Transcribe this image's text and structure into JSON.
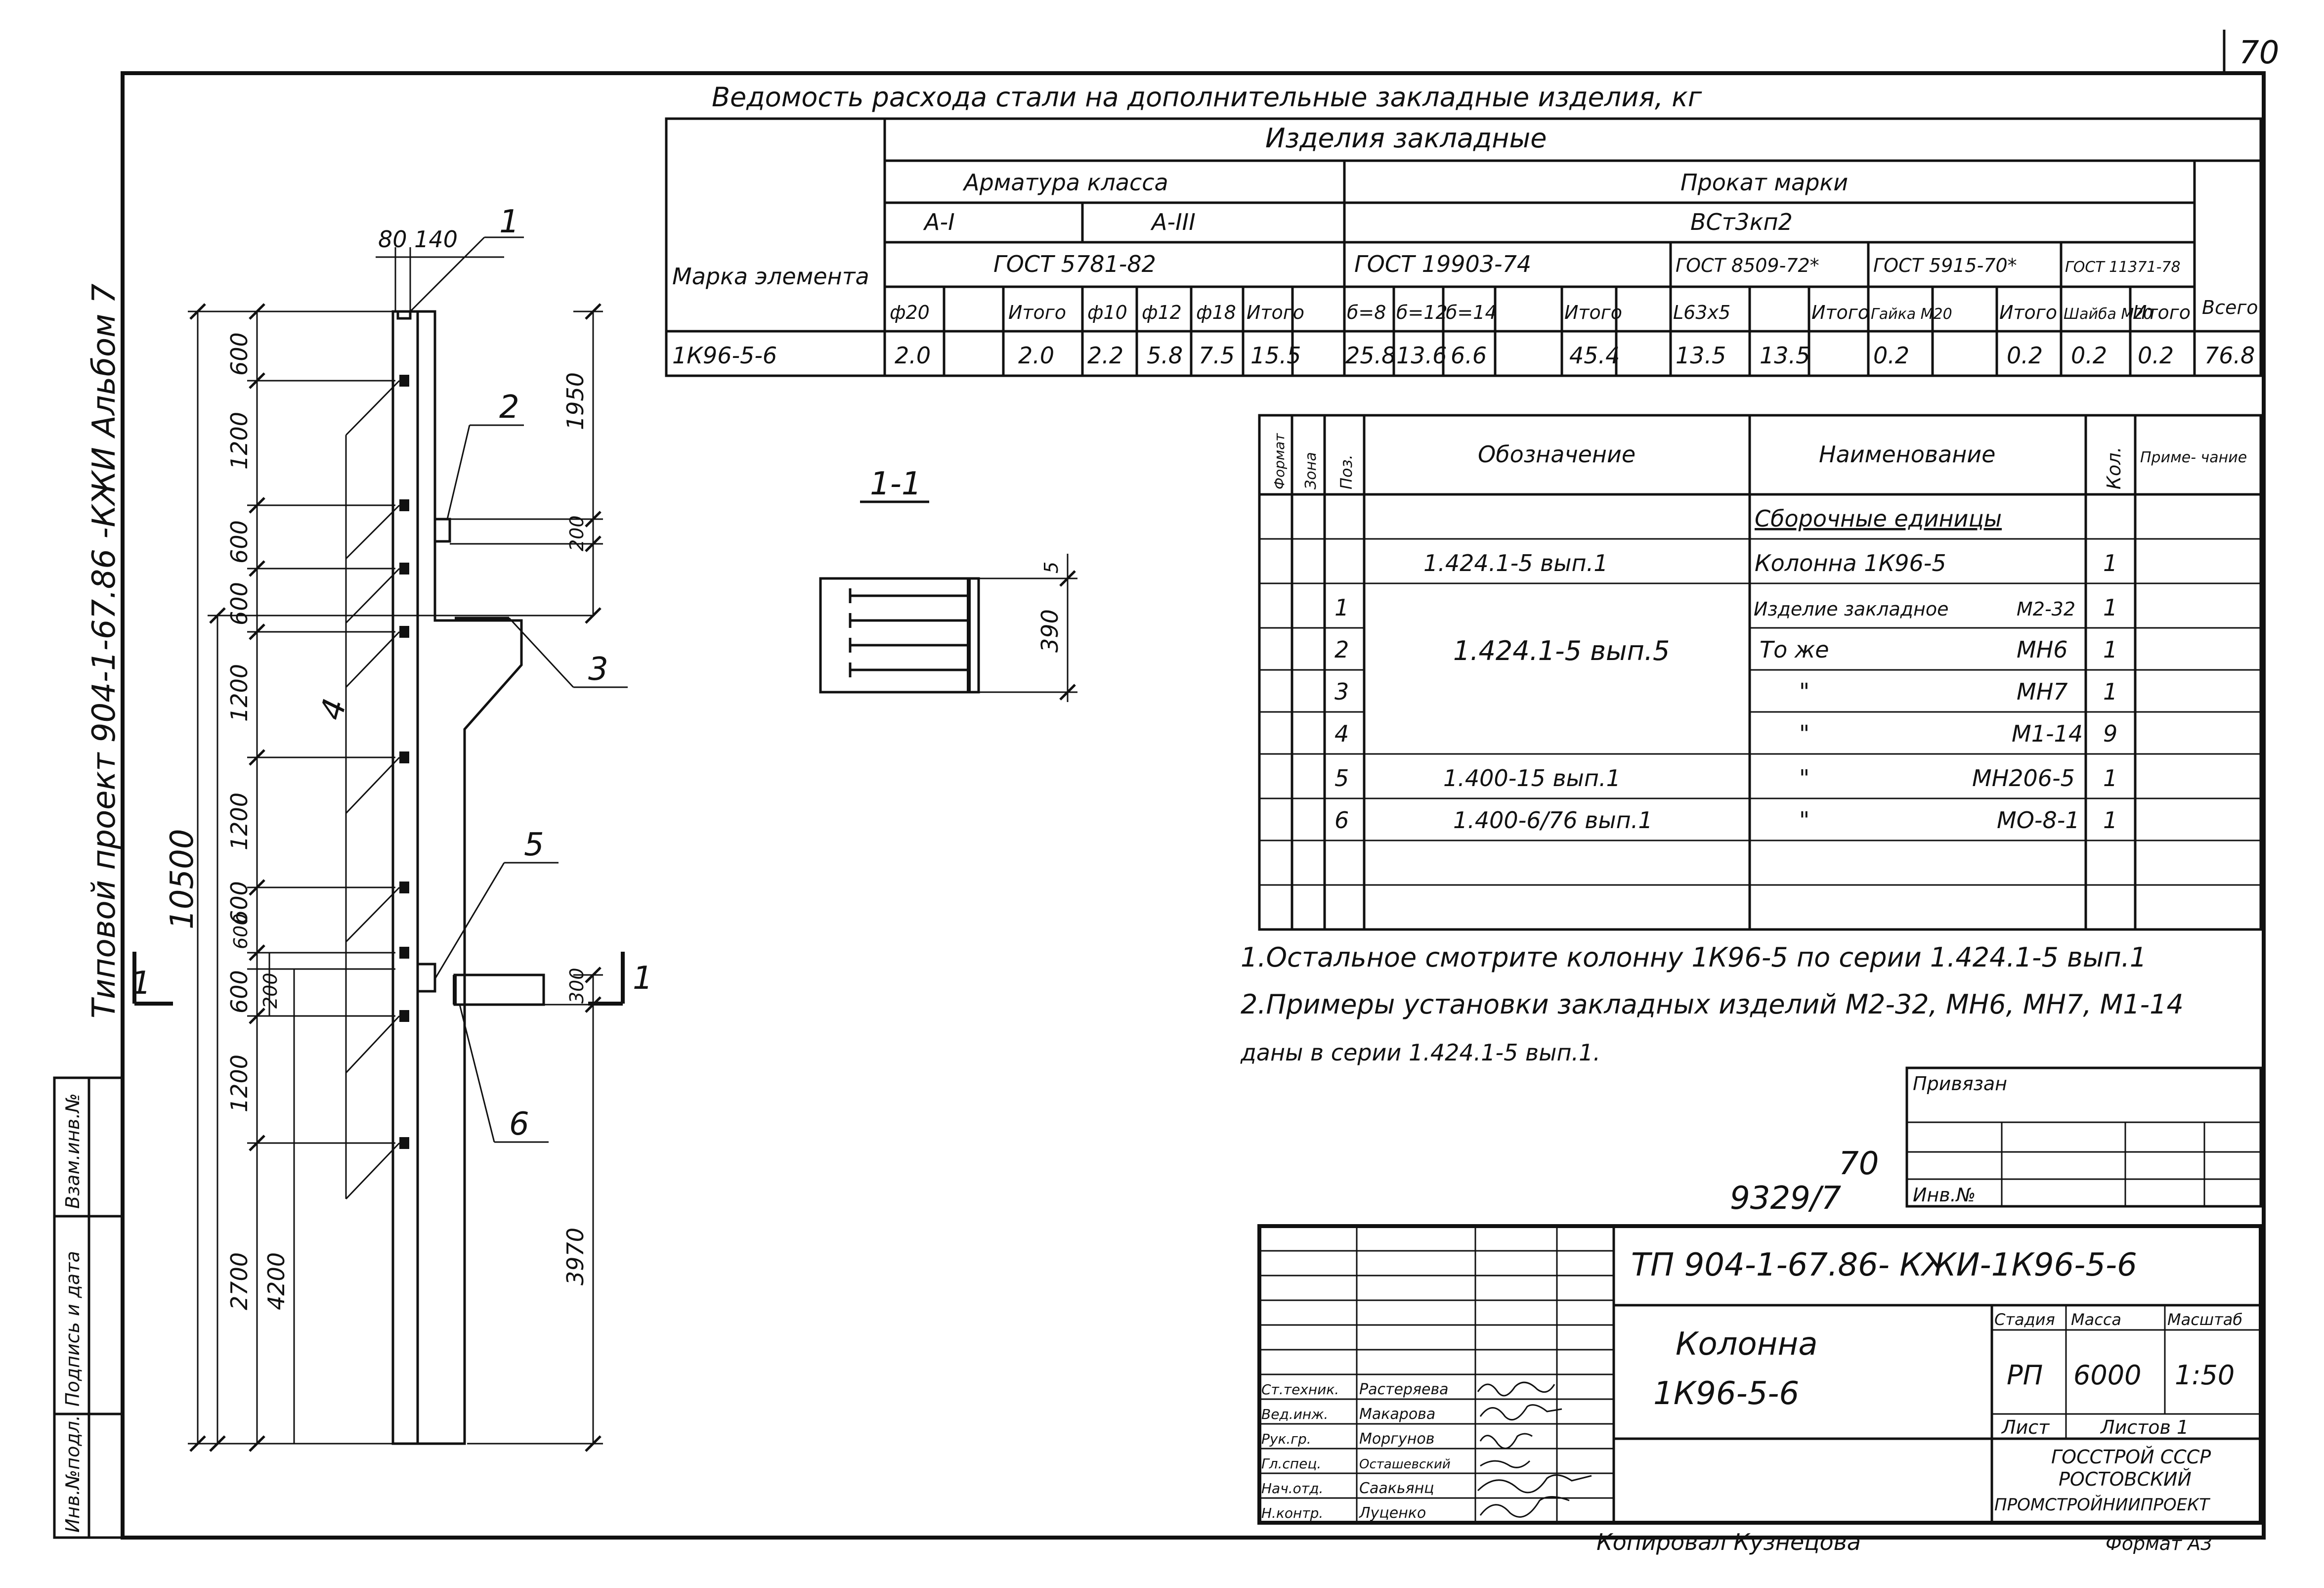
{
  "sheet_number": "70",
  "sheet_number_mid": "70",
  "inventory_code": "9329/7",
  "side_title": "Типовой проект 904-1-67.86 -КЖИ Альбом 7",
  "left_stamp": [
    "Инв.№подл.",
    "Подпись и дата",
    "Взам.инв.№"
  ],
  "steel_table": {
    "title": "Ведомость расхода стали на дополнительные закладные изделия, кг",
    "group_header": "Изделия закладные",
    "row_header": "Марка элемента",
    "total_header": "Всего",
    "rebar_header": "Арматура класса",
    "rolled_header": "Прокат марки",
    "rolled_grade": "ВСт3кп2",
    "class_a1": "А-I",
    "class_a3": "А-III",
    "gost_rebar": "ГОСТ 5781-82",
    "gost_1": "ГОСТ 19903-74",
    "gost_2": "ГОСТ 8509-72*",
    "gost_3": "ГОСТ 5915-70*",
    "gost_4": "ГОСТ 11371-78",
    "sub_headers": [
      "ф20",
      "",
      "Итого",
      "ф10",
      "ф12",
      "ф18",
      "Итого",
      "б=8",
      "б=12",
      "б=14",
      "",
      "Итого",
      "L63x5",
      "",
      "Итого",
      "Гайка М20",
      "",
      "Итого",
      "Шайба М20",
      "Итого"
    ],
    "row": {
      "mark": "1К96-5-6",
      "values": [
        "2.0",
        "",
        "2.0",
        "2.2",
        "5.8",
        "7.5",
        "15.5",
        "25.8",
        "13.6",
        "6.6",
        "",
        "45.4",
        "13.5",
        "",
        "13.5",
        "0.2",
        "",
        "0.2",
        "0.2",
        "0.2"
      ],
      "total": "76.8"
    }
  },
  "spec_table": {
    "headers": {
      "format": "Формат",
      "zone": "Зона",
      "pos": "Поз.",
      "designation": "Обозначение",
      "name": "Наименование",
      "qty": "Кол.",
      "note": "Приме- чание"
    },
    "section_title": "Сборочные единицы",
    "rows": [
      {
        "pos": "",
        "designation": "1.424.1-5 вып.1",
        "name": "Колонна 1К96-5",
        "mark": "",
        "qty": "1"
      },
      {
        "pos": "1",
        "designation": "",
        "name": "Изделие закладное",
        "mark": "М2-32",
        "qty": "1"
      },
      {
        "pos": "2",
        "designation": "1.424.1-5 вып.5",
        "name": "То же",
        "mark": "МН6",
        "qty": "1"
      },
      {
        "pos": "3",
        "designation": "",
        "name": "\"",
        "mark": "МН7",
        "qty": "1"
      },
      {
        "pos": "4",
        "designation": "",
        "name": "\"",
        "mark": "М1-14",
        "qty": "9"
      },
      {
        "pos": "5",
        "designation": "1.400-15 вып.1",
        "name": "\"",
        "mark": "МН206-5",
        "qty": "1"
      },
      {
        "pos": "6",
        "designation": "1.400-6/76 вып.1",
        "name": "\"",
        "mark": "МО-8-1",
        "qty": "1"
      }
    ]
  },
  "notes": [
    "1.Остальное смотрите колонну 1К96-5 по серии 1.424.1-5 вып.1",
    "2.Примеры установки закладных изделий М2-32, МН6, МН7, М1-14",
    "даны в серии 1.424.1-5 вып.1."
  ],
  "binding_label": "Привязан",
  "inv_label": "Инв.№",
  "drawing": {
    "section_label": "1-1",
    "section_marks": [
      "1",
      "1"
    ],
    "callouts": [
      "1",
      "2",
      "3",
      "4",
      "5",
      "6"
    ],
    "dim_top": "80 140",
    "dims_left": [
      "600",
      "1200",
      "600",
      "600",
      "1200",
      "1200",
      "600",
      "600",
      "600",
      "1200",
      "2700"
    ],
    "dim_200": "200",
    "dim_total": "10500",
    "dim_4200": "4200",
    "dim_1950": "1950",
    "dim_200b": "200",
    "dim_300": "300",
    "dim_3970": "3970",
    "dim_5": "5",
    "dim_390": "390"
  },
  "title_block": {
    "code": "ТП 904-1-67.86- КЖИ-1К96-5-6",
    "name_line1": "Колонна",
    "name_line2": "1К96-5-6",
    "stage_label": "Стадия",
    "mass_label": "Масса",
    "scale_label": "Масштаб",
    "stage": "РП",
    "mass": "6000",
    "scale": "1:50",
    "sheet_label": "Лист",
    "sheets_label": "Листов 1",
    "org_line1": "ГОССТРОЙ СССР",
    "org_line2": "РОСТОВСКИЙ",
    "org_line3": "ПРОМСТРОЙНИИПРОЕКТ",
    "people": [
      {
        "role": "Ст.техник.",
        "name": "Растеряева"
      },
      {
        "role": "Вед.инж.",
        "name": "Макарова"
      },
      {
        "role": "Рук.гр.",
        "name": "Моргунов"
      },
      {
        "role": "Гл.спец.",
        "name": "Осташевский"
      },
      {
        "role": "Нач.отд.",
        "name": "Саакьянц"
      },
      {
        "role": "Н.контр.",
        "name": "Луценко"
      }
    ],
    "copied": "Копировал Кузнецова",
    "format": "Формат А3"
  }
}
